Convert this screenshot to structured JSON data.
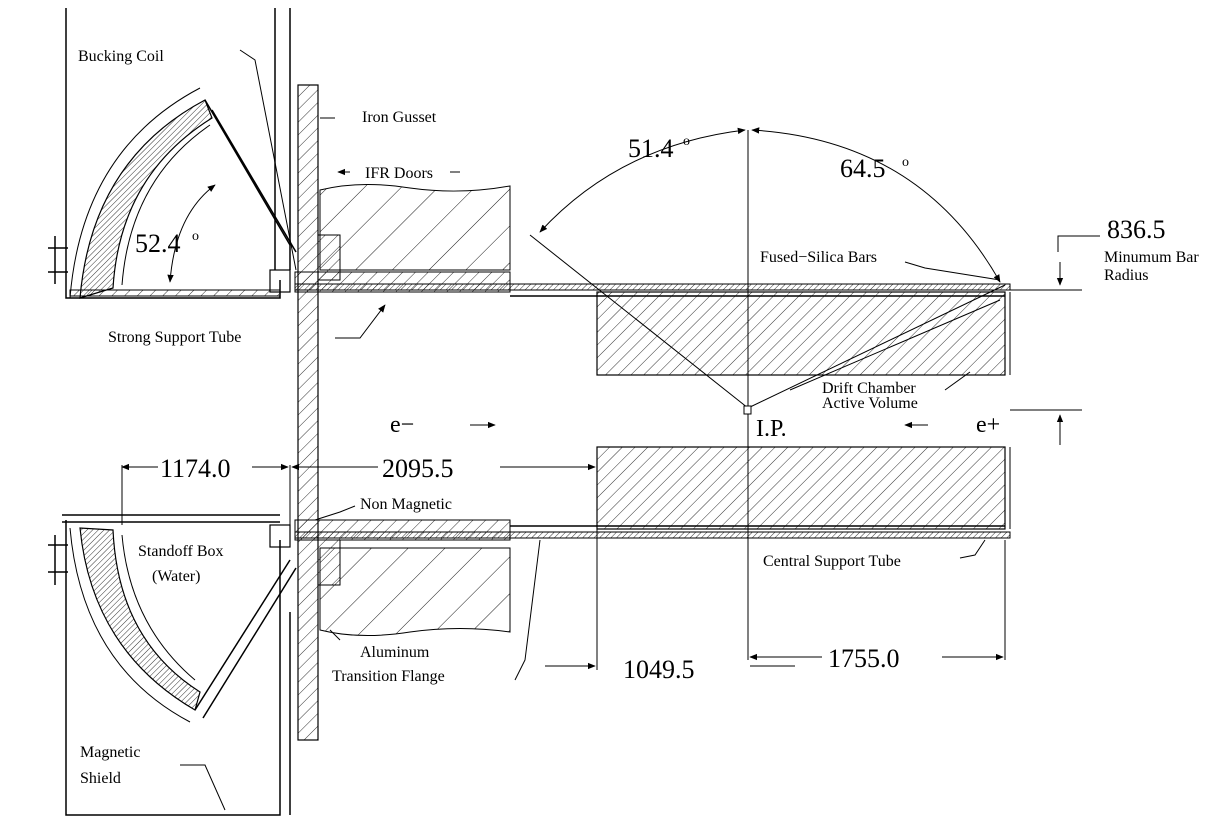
{
  "labels": {
    "bucking_coil": "Bucking Coil",
    "iron_gusset": "Iron Gusset",
    "ifr_doors": "IFR Doors",
    "strong_support_tube": "Strong Support Tube",
    "fused_silica_bars": "Fused−Silica Bars",
    "min_bar_radius_line1": "Minumum Bar",
    "min_bar_radius_line2": "Radius",
    "drift_chamber_line1": "Drift Chamber",
    "drift_chamber_line2": "Active Volume",
    "non_magnetic": "Non Magnetic",
    "standoff_box_line1": "Standoff Box",
    "standoff_box_line2": "(Water)",
    "central_support_tube": "Central Support Tube",
    "aluminum_flange_line1": "Aluminum",
    "aluminum_flange_line2": "Transition Flange",
    "magnetic_shield_line1": "Magnetic",
    "magnetic_shield_line2": "Shield",
    "ip": "I.P.",
    "e_minus": "e−",
    "e_plus": "e+"
  },
  "dimensions": {
    "angle_left": "51.4",
    "angle_right": "64.5",
    "angle_coil": "52.4",
    "degree_mark": "o",
    "min_bar_radius": "836.5",
    "dim_1174": "1174.0",
    "dim_2095": "2095.5",
    "dim_1049": "1049.5",
    "dim_1755": "1755.0"
  }
}
